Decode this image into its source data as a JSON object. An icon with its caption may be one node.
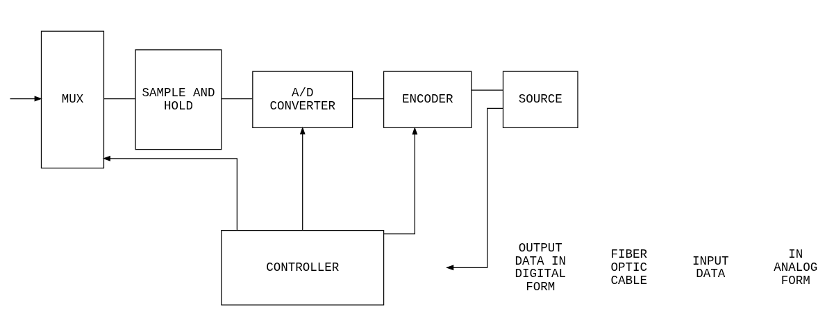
{
  "diagram": {
    "nodes": [
      {
        "text": [
          "MUX"
        ]
      },
      {
        "text": [
          "SAMPLE AND HOLD"
        ]
      },
      {
        "text": [
          "A/D CONVERTER"
        ]
      },
      {
        "text": [
          "ENCODER"
        ]
      },
      {
        "text": [
          "SOURCE"
        ]
      },
      {
        "text": [
          "CONTROLLER"
        ]
      }
    ],
    "edges": [
      {
        "from": null,
        "to": 0,
        "arrow": "to"
      },
      {
        "from": 0,
        "to": 1,
        "arrow": "none"
      },
      {
        "from": 1,
        "to": 2,
        "arrow": "none"
      },
      {
        "from": 2,
        "to": 3,
        "arrow": "none"
      },
      {
        "from": 3,
        "to": 4,
        "arrow": "none"
      },
      {
        "from": 4,
        "to": null,
        "arrow": "to"
      },
      {
        "from": 5,
        "to": 0,
        "arrow": "to"
      },
      {
        "from": 5,
        "to": 2,
        "arrow": "to"
      },
      {
        "from": 5,
        "to": 3,
        "arrow": "to"
      }
    ],
    "labels": [
      "INPUT DATA",
      "IN ANALOG FORM",
      "OUTPUT DATA IN DIGITAL FORM",
      "FIBER OPTIC CABLE"
    ]
  }
}
